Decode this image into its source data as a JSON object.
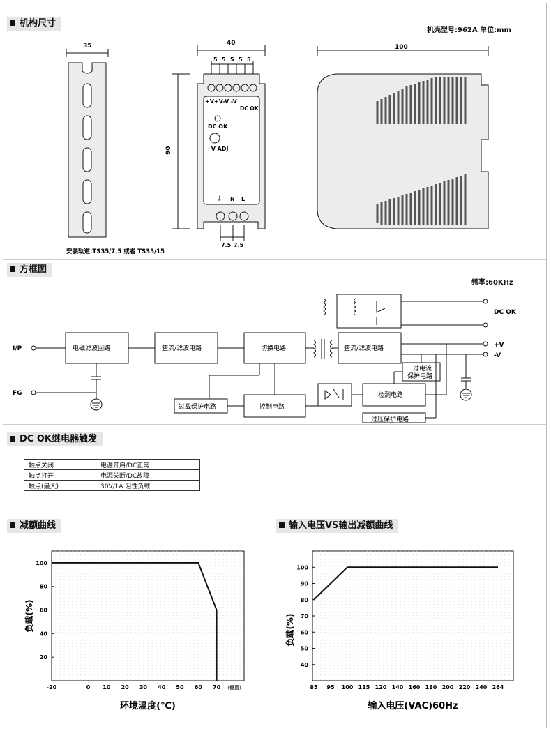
{
  "sections": {
    "dimensions": "机构尺寸",
    "block_diagram": "方框图",
    "relay": "DC OK继电器触发",
    "derating": "减额曲线",
    "input_derating": "输入电压VS输出减额曲线"
  },
  "dimensions": {
    "case_note": "机壳型号:962A 单位:mm",
    "rail_width": "35",
    "front_width": "40",
    "side_depth": "100",
    "height": "90",
    "terminal_pitch_top": [
      "5",
      "5",
      "5",
      "5",
      "5"
    ],
    "terminal_pitch_bottom": [
      "7.5",
      "7.5"
    ],
    "top_labels": "+V+V-V -V",
    "dc_ok_label": "DC OK",
    "led_label": "DC OK",
    "adj_label": "+V ADJ",
    "bottom_labels": [
      "⏚",
      "N",
      "L"
    ],
    "rail_note": "安装轨道:TS35/7.5 或者 TS35/15"
  },
  "block": {
    "freq_note": "频率:60KHz",
    "ip": "I/P",
    "fg": "FG",
    "emi": "电磁滤波回路",
    "rect1": "整流/滤波电路",
    "switch": "切换电路",
    "rect2": "整流/滤波电路",
    "overload": "过载保护电路",
    "control": "控制电路",
    "detect": "检测电路",
    "overcurrent_1": "过电流",
    "overcurrent_2": "保护电路",
    "overvoltage": "过压保护电路",
    "dc_ok": "DC OK",
    "vplus": "+V",
    "vminus": "-V"
  },
  "relay_table": [
    {
      "k": "触点关闭",
      "v": "电源开启/DC正常"
    },
    {
      "k": "触点打开",
      "v": "电源关断/DC故障"
    },
    {
      "k": "触点(最大)",
      "v": "30V/1A 阻性负载"
    }
  ],
  "chart_data": [
    {
      "type": "line",
      "title": "",
      "xlabel": "环境温度(℃)",
      "ylabel": "负载(%)",
      "x_unit_note": "(垂直)",
      "x_ticks": [
        "-20",
        "0",
        "10",
        "20",
        "30",
        "40",
        "50",
        "60",
        "70"
      ],
      "y_ticks": [
        "20",
        "40",
        "60",
        "80",
        "100"
      ],
      "xlim": [
        -20,
        85
      ],
      "ylim": [
        0,
        110
      ],
      "grid": true,
      "series": [
        {
          "x": [
            -20,
            60,
            70,
            70
          ],
          "y": [
            100,
            100,
            60,
            0
          ]
        }
      ]
    },
    {
      "type": "line",
      "title": "",
      "xlabel": "输入电压(VAC)60Hz",
      "ylabel": "负载(%)",
      "x_ticks": [
        "85",
        "95",
        "100",
        "115",
        "120",
        "140",
        "160",
        "180",
        "200",
        "220",
        "240",
        "264"
      ],
      "y_ticks": [
        "40",
        "50",
        "60",
        "70",
        "80",
        "90",
        "100"
      ],
      "ylim": [
        30,
        110
      ],
      "grid": true,
      "series": [
        {
          "x": [
            "85",
            "100",
            "264"
          ],
          "y": [
            80,
            100,
            100
          ]
        }
      ]
    }
  ]
}
